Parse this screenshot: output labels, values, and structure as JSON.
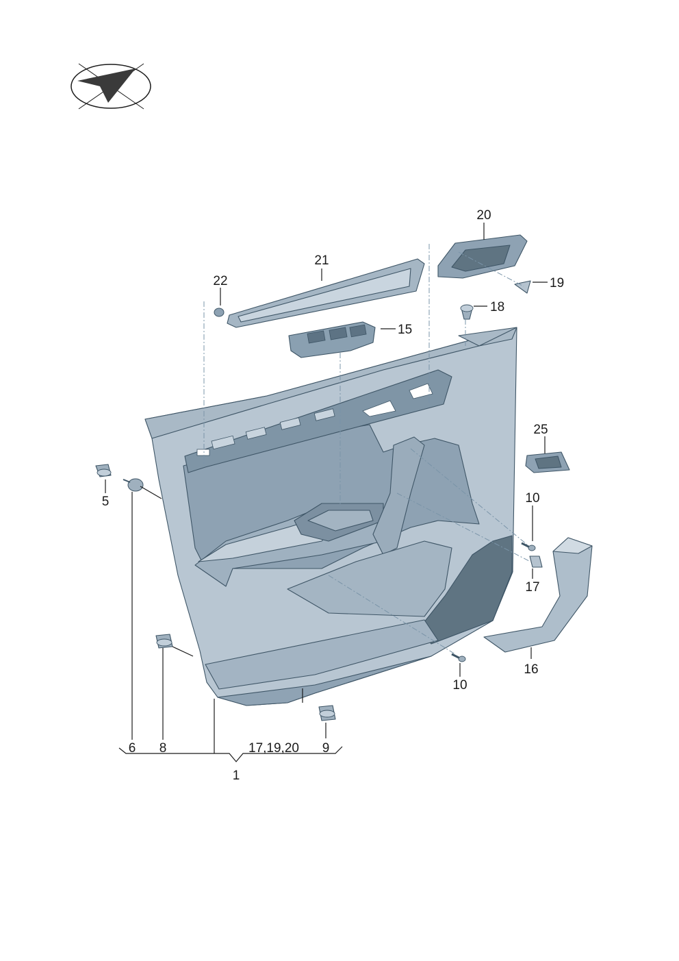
{
  "diagram": {
    "colors": {
      "panel": "#b8c6d2",
      "panel_dark": "#8ea2b3",
      "panel_shadow": "#6f8597",
      "speaker": "#5f7482",
      "outline": "#3e5566",
      "callout_text": "#1a1a1a",
      "dash": "#7a94a8"
    },
    "icons": [
      "orientation-arrow-icon"
    ],
    "callouts": {
      "c20": "20",
      "c21": "21",
      "c22": "22",
      "c19": "19",
      "c18": "18",
      "c15": "15",
      "c25": "25",
      "c5": "5",
      "c10a": "10",
      "c17": "17",
      "c16": "16",
      "c10b": "10",
      "c6": "6",
      "c8": "8",
      "c9": "9",
      "c171920": "17,19,20",
      "c1": "1"
    }
  }
}
